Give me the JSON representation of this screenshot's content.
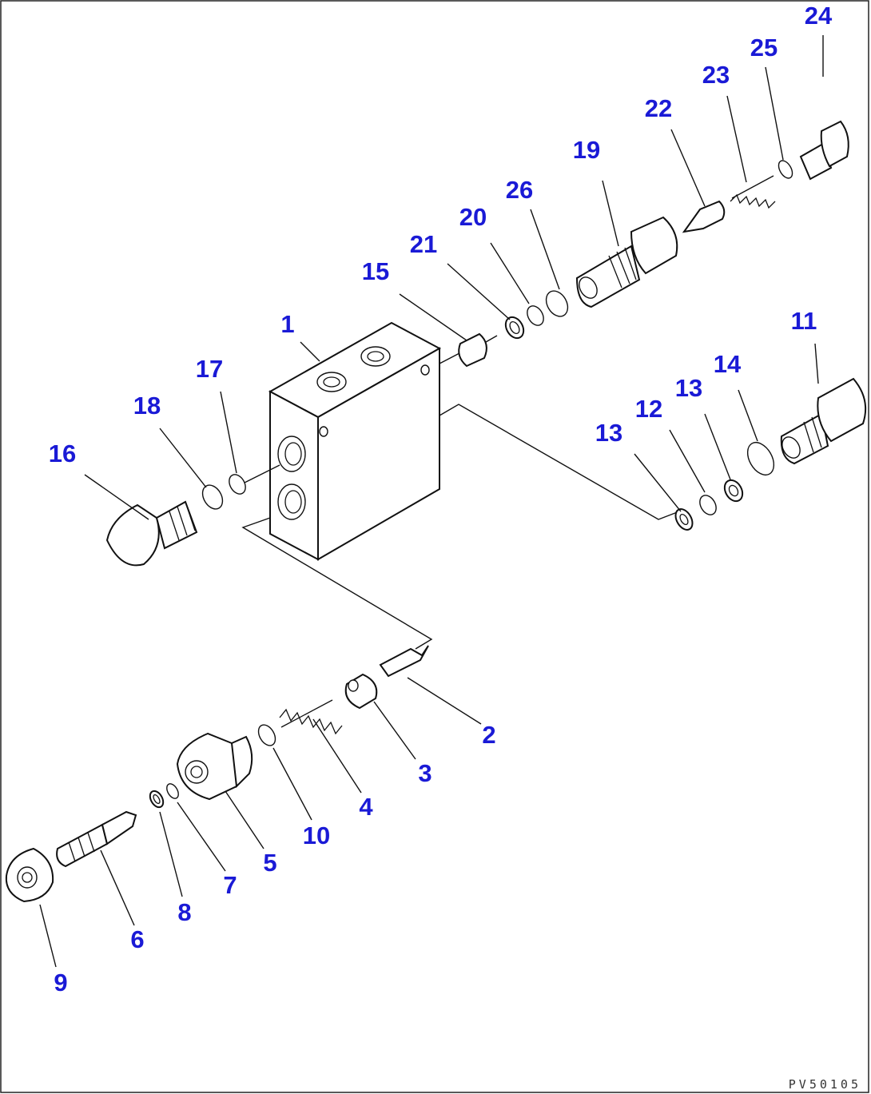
{
  "diagram": {
    "drawing_code": "PV50105",
    "parts": [
      {
        "key": "p1",
        "label": "1"
      },
      {
        "key": "p2",
        "label": "2"
      },
      {
        "key": "p3",
        "label": "3"
      },
      {
        "key": "p4",
        "label": "4"
      },
      {
        "key": "p5",
        "label": "5"
      },
      {
        "key": "p6",
        "label": "6"
      },
      {
        "key": "p7",
        "label": "7"
      },
      {
        "key": "p8",
        "label": "8"
      },
      {
        "key": "p9",
        "label": "9"
      },
      {
        "key": "p10",
        "label": "10"
      },
      {
        "key": "p11",
        "label": "11"
      },
      {
        "key": "p12",
        "label": "12"
      },
      {
        "key": "p13a",
        "label": "13"
      },
      {
        "key": "p13b",
        "label": "13"
      },
      {
        "key": "p14",
        "label": "14"
      },
      {
        "key": "p15",
        "label": "15"
      },
      {
        "key": "p16",
        "label": "16"
      },
      {
        "key": "p17",
        "label": "17"
      },
      {
        "key": "p18",
        "label": "18"
      },
      {
        "key": "p19",
        "label": "19"
      },
      {
        "key": "p20",
        "label": "20"
      },
      {
        "key": "p21",
        "label": "21"
      },
      {
        "key": "p22",
        "label": "22"
      },
      {
        "key": "p23",
        "label": "23"
      },
      {
        "key": "p24",
        "label": "24"
      },
      {
        "key": "p25",
        "label": "25"
      },
      {
        "key": "p26",
        "label": "26"
      }
    ]
  }
}
